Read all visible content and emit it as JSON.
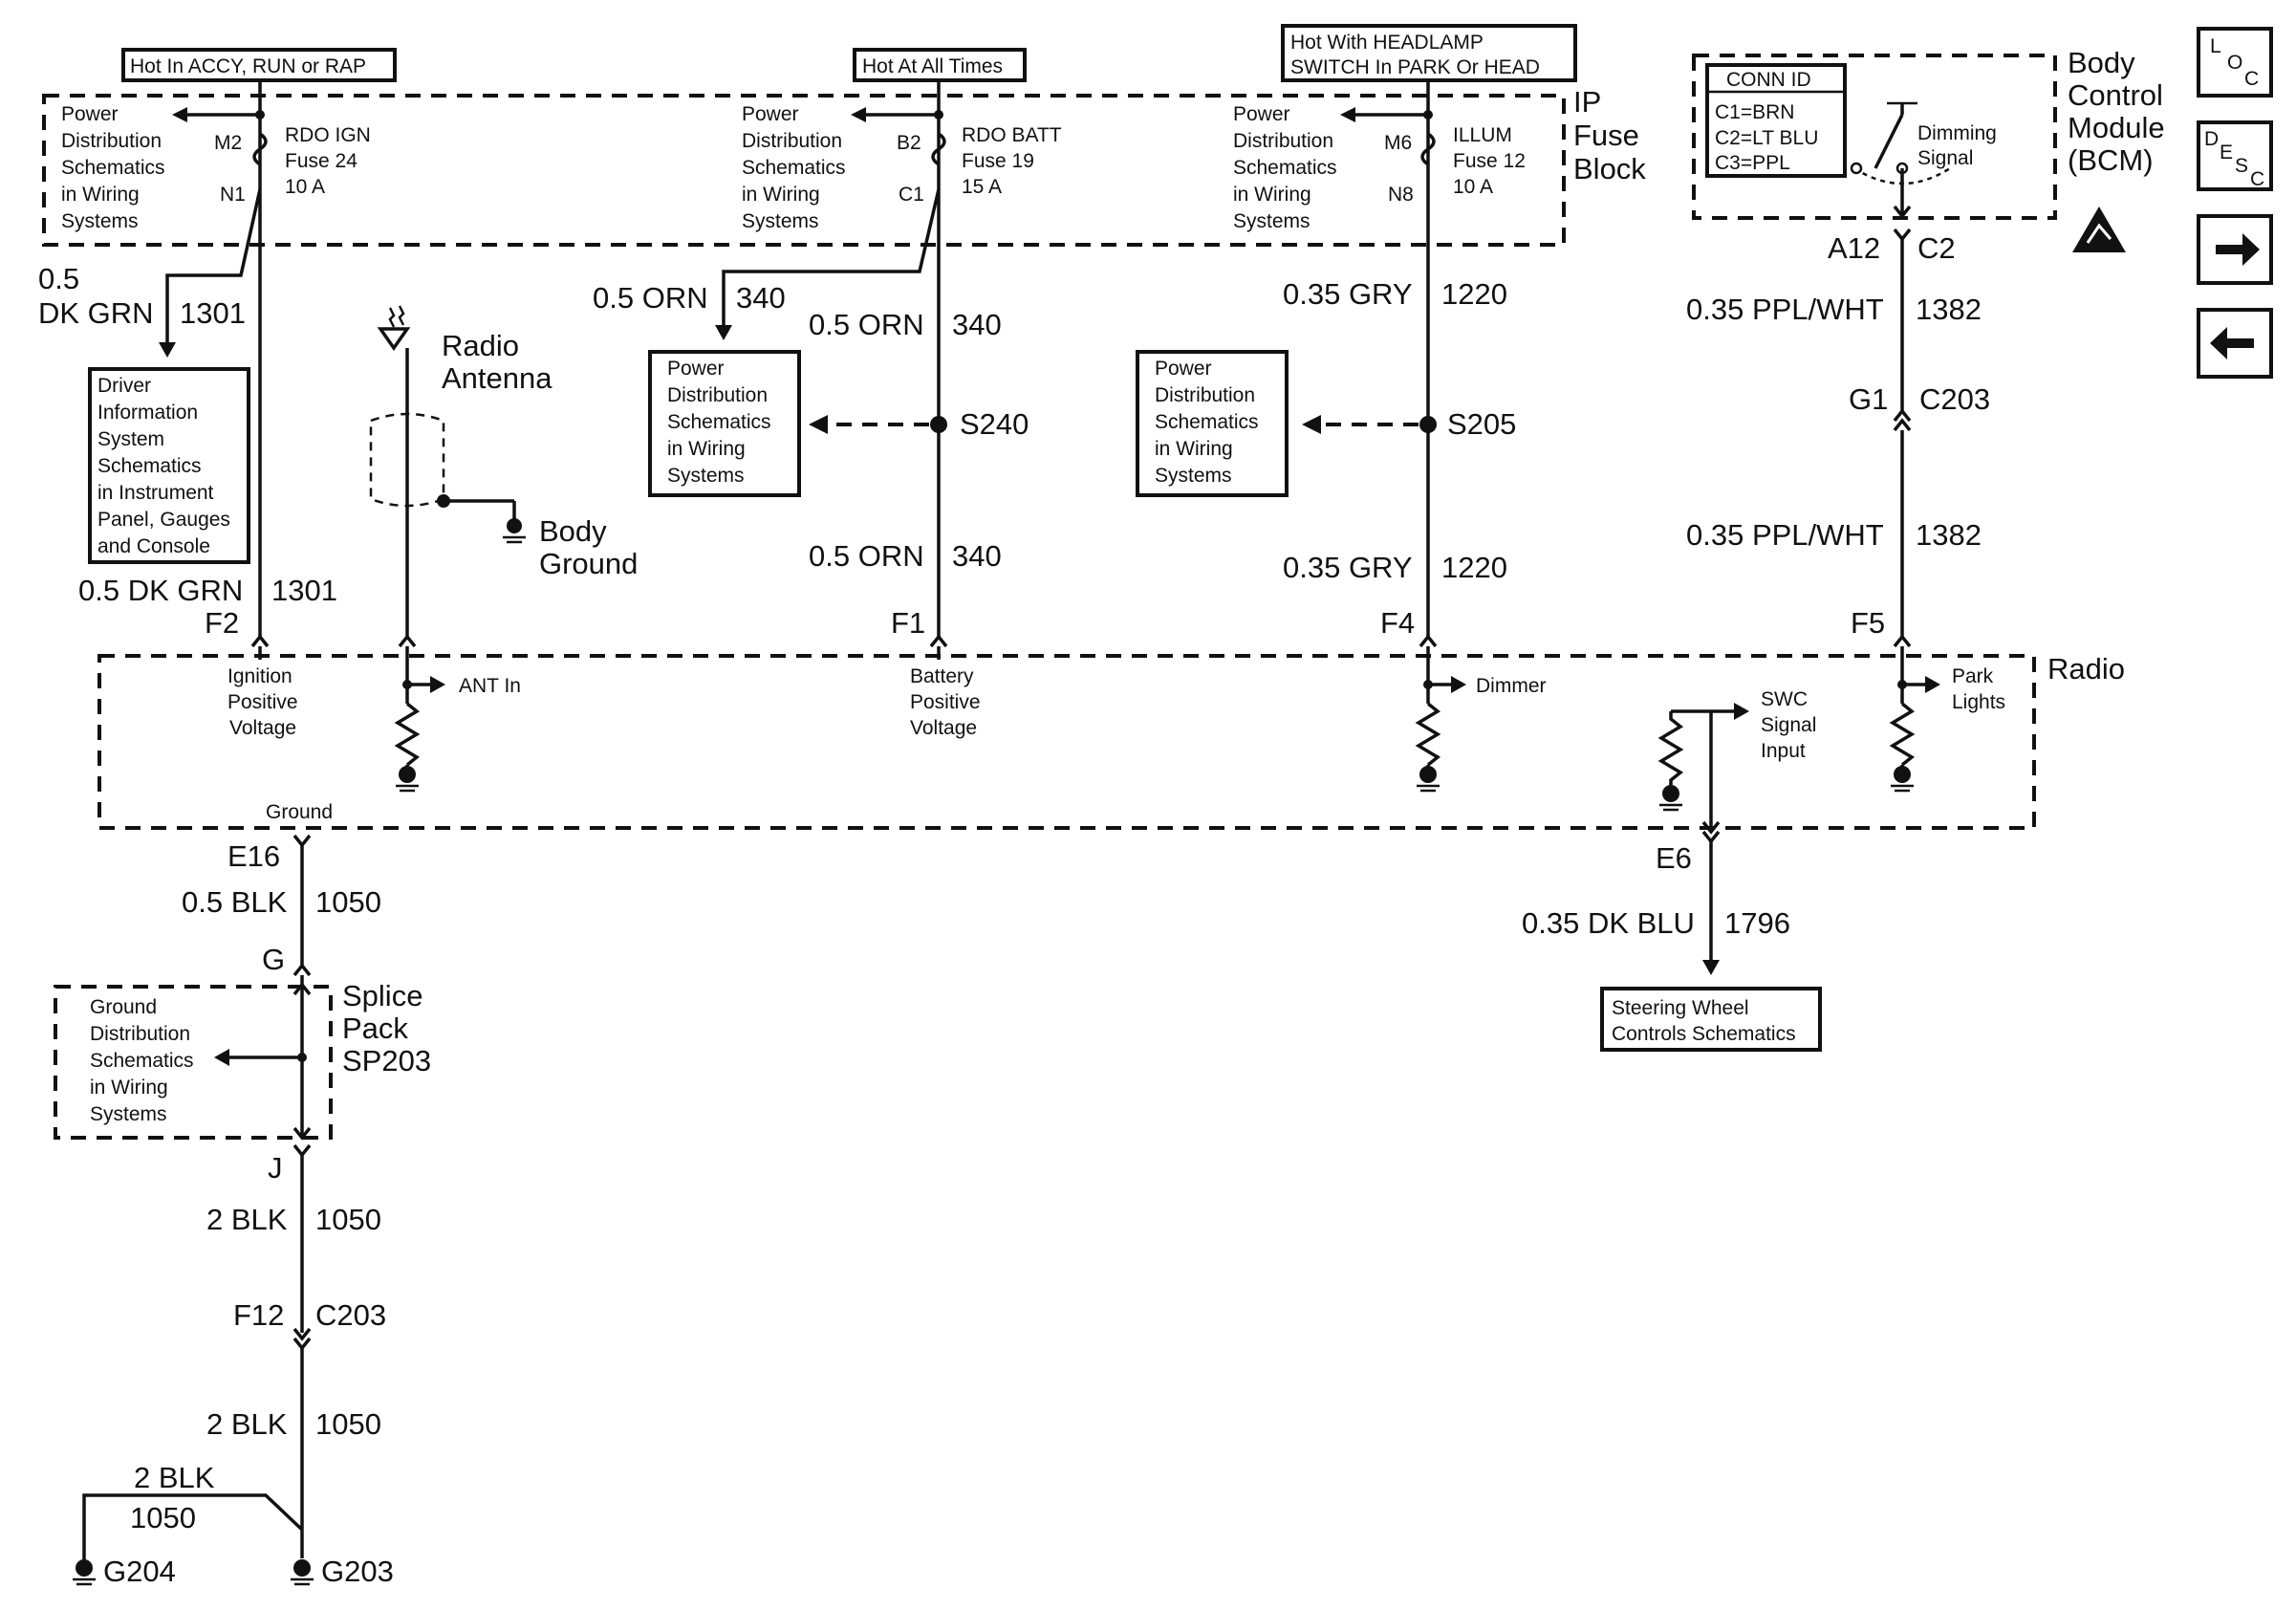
{
  "power_labels": {
    "ign": "Hot In ACCY, RUN or RAP",
    "batt": "Hot At All Times",
    "illum_1": "Hot With HEADLAMP",
    "illum_2": "SWITCH In PARK Or HEAD"
  },
  "fuse_block": {
    "title": [
      "IP",
      "Fuse",
      "Block"
    ],
    "power_distribution_text": [
      "Power",
      "Distribution",
      "Schematics",
      "in Wiring",
      "Systems"
    ],
    "fuses": [
      {
        "top_pin": "M2",
        "bottom_pin": "N1",
        "name": "RDO IGN",
        "fuse": "Fuse 24",
        "rating": "10 A"
      },
      {
        "top_pin": "B2",
        "bottom_pin": "C1",
        "name": "RDO BATT",
        "fuse": "Fuse 19",
        "rating": "15 A"
      },
      {
        "top_pin": "M6",
        "bottom_pin": "N8",
        "name": "ILLUM",
        "fuse": "Fuse 12",
        "rating": "10 A"
      }
    ]
  },
  "bcm": {
    "title": [
      "Body",
      "Control",
      "Module",
      "(BCM)"
    ],
    "conn_id": "CONN ID",
    "conn_lines": [
      "C1=BRN",
      "C2=LT BLU",
      "C3=PPL"
    ],
    "signal": [
      "Dimming",
      "Signal"
    ],
    "pin": "A12",
    "connector": "C2"
  },
  "nav_icons": {
    "loc": [
      "L",
      "O",
      "C"
    ],
    "desc": [
      "D",
      "E",
      "S",
      "C"
    ],
    "forward": "→",
    "back": "←"
  },
  "wires": {
    "ign_size_1": "0.5",
    "ign_size_2": "DK GRN",
    "ign_circuit": "1301",
    "ign_lower": "0.5 DK GRN",
    "ign_lower_circuit": "1301",
    "batt_upper": "0.5 ORN",
    "batt_upper_circuit": "340",
    "batt_mid": "0.5 ORN",
    "batt_mid_circuit": "340",
    "batt_lower": "0.5 ORN",
    "batt_lower_circuit": "340",
    "illum_upper": "0.35 GRY",
    "illum_upper_circuit": "1220",
    "illum_lower": "0.35 GRY",
    "illum_lower_circuit": "1220",
    "park_upper": "0.35 PPL/WHT",
    "park_upper_circuit": "1382",
    "park_lower": "0.35 PPL/WHT",
    "park_lower_circuit": "1382",
    "swc": "0.35 DK BLU",
    "swc_circuit": "1796",
    "ground_1": "0.5 BLK",
    "ground_1_circuit": "1050",
    "ground_2": "2 BLK",
    "ground_2_circuit": "1050",
    "ground_3": "2 BLK",
    "ground_3_circuit": "1050",
    "ground_4": "2 BLK",
    "ground_4_circuit": "1050"
  },
  "refs": {
    "driver_info": [
      "Driver",
      "Information",
      "System",
      "Schematics",
      "in Instrument",
      "Panel, Gauges",
      "and Console"
    ],
    "power_dist": [
      "Power",
      "Distribution",
      "Schematics",
      "in Wiring",
      "Systems"
    ],
    "ground_dist": [
      "Ground",
      "Distribution",
      "Schematics",
      "in Wiring",
      "Systems"
    ],
    "steering": [
      "Steering Wheel",
      "Controls Schematics"
    ]
  },
  "splices": {
    "batt": "S240",
    "illum": "S205"
  },
  "antenna": {
    "label": [
      "Radio",
      "Antenna"
    ],
    "ground": [
      "Body",
      "Ground"
    ]
  },
  "connectors": {
    "f2": "F2",
    "f1": "F1",
    "f4": "F4",
    "f5": "F5",
    "g1": "G1",
    "c203": "C203",
    "e16": "E16",
    "e6": "E6",
    "g": "G",
    "j": "J",
    "f12": "F12",
    "c203_b": "C203"
  },
  "radio": {
    "title": "Radio",
    "ign": [
      "Ignition",
      "Positive",
      "Voltage"
    ],
    "ant_in": "ANT In",
    "batt": [
      "Battery",
      "Positive",
      "Voltage"
    ],
    "dimmer": "Dimmer",
    "swc": [
      "SWC",
      "Signal",
      "Input"
    ],
    "park": [
      "Park",
      "Lights"
    ],
    "ground": "Ground"
  },
  "splice_pack": [
    "Splice",
    "Pack",
    "SP203"
  ],
  "grounds": {
    "g204": "G204",
    "g203": "G203"
  }
}
